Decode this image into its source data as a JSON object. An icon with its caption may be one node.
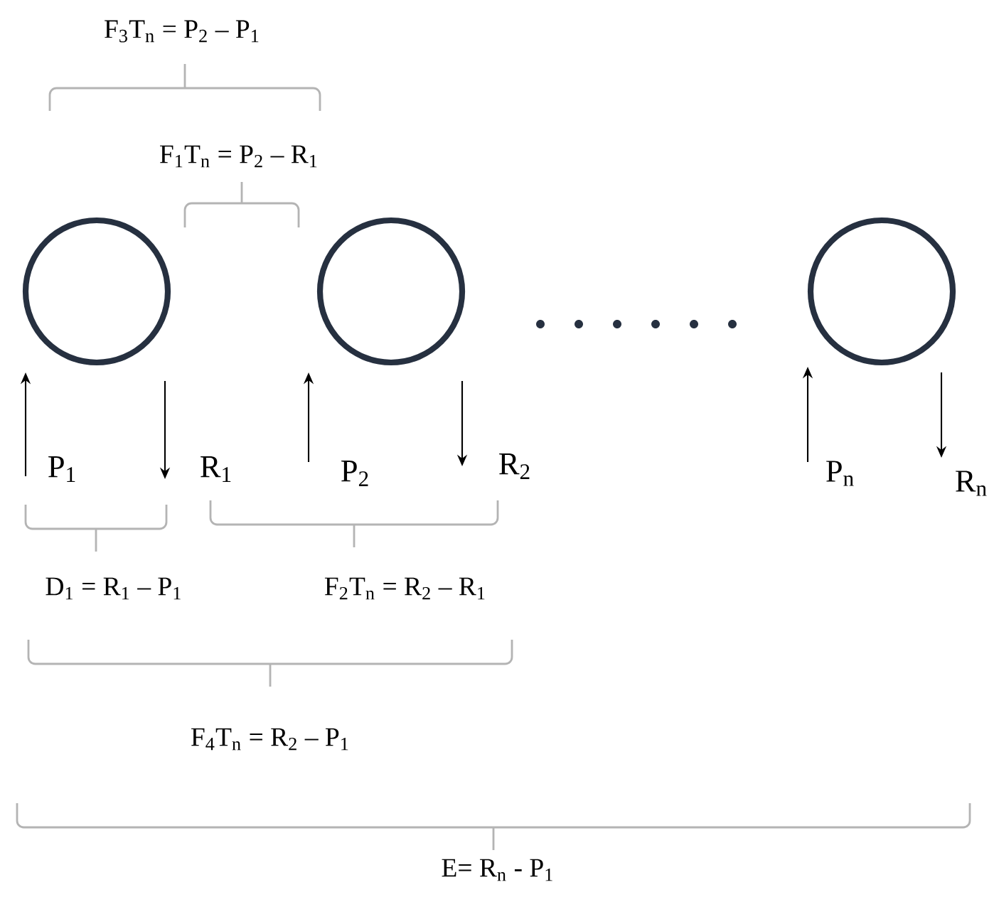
{
  "diagram": {
    "nodes": [
      {
        "text": [],
        "shape": "circle"
      },
      {
        "text": [],
        "shape": "circle"
      },
      {
        "text": [],
        "shape": "circle"
      }
    ],
    "labels": [
      "F$_{3}$T$_{n}$ = P$_{2}$ – P$_{1}$",
      "F$_{1}$T$_{n}$ = P$_{2}$ – R$_{1}$",
      "P$_{1}$",
      "R$_{1}$",
      "P$_{2}$",
      "R$_{2}$",
      "P$_{n}$",
      "R$_{n}$",
      "D$_{1}$ = R$_{1}$ – P$_{1}$",
      "F$_{2}$T$_{n}$ = R$_{2}$ – R$_{1}$",
      "F$_{4}$T$_{n}$ = R$_{2}$ – P$_{1}$",
      "E= R$_{n}$ - P$_{1}$"
    ]
  }
}
